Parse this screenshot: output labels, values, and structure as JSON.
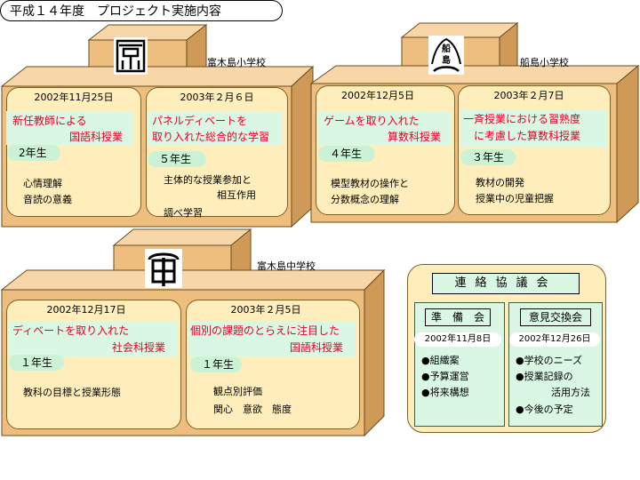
{
  "title": "平成１４年度　プロジェクト実施内容",
  "schools": {
    "tomikijima_sho": {
      "name": "富木島小学校",
      "emblem": "tomikijima-elementary-emblem",
      "left": {
        "date": "2002年11月25日",
        "theme1": "新任教師による",
        "theme2": "国語科授業",
        "grade": "2年生",
        "items": [
          "心情理解",
          "音読の意義"
        ]
      },
      "right": {
        "date": "2003年２月６日",
        "theme1": "パネルディベートを",
        "theme2": "取り入れた総合的な学習",
        "grade": "５年生",
        "items": [
          "主体的な授業参加と",
          "相互作用",
          "調べ学習"
        ]
      }
    },
    "funashima_sho": {
      "name": "船島小学校",
      "emblem": "funashima-elementary-emblem",
      "left": {
        "date": "2002年12月5日",
        "theme1": "ゲームを取り入れた",
        "theme2": "算数科授業",
        "grade": "４年生",
        "items": [
          "模型教材の操作と",
          "分数概念の理解"
        ]
      },
      "right": {
        "date": "2003年２月7日",
        "theme1": "一斉授業における習熟度",
        "theme2": "に考慮した算数科授業",
        "grade": "３年生",
        "items": [
          "教材の開発",
          "授業中の児童把握"
        ]
      }
    },
    "tomikijima_chu": {
      "name": "富木島中学校",
      "emblem": "tomikijima-junior-high-emblem",
      "left": {
        "date": "2002年12月17日",
        "theme1": "ディベートを取り入れた",
        "theme2": "社会科授業",
        "grade": "１年生",
        "items": [
          "教科の目標と授業形態"
        ]
      },
      "right": {
        "date": "2003年２月5日",
        "theme1": "個別の課題のとらえに注目した",
        "theme2": "国語科授業",
        "grade": "１年生",
        "items": [
          "観点別評価",
          "関心　意欲　態度"
        ]
      }
    }
  },
  "council": {
    "title": "連絡協議会",
    "prep": {
      "heading": "準　備　会",
      "date": "2002年11月8日",
      "items": [
        "●組織案",
        "●予算運営",
        "●将来構想"
      ]
    },
    "exchange": {
      "heading": "意見交換会",
      "date": "2002年12月26日",
      "items": [
        "●学校のニーズ",
        "●授業記録の",
        "活用方法",
        "●今後の予定"
      ]
    }
  },
  "colors": {
    "box_face": "#eebe7e",
    "box_side": "#cf9a58",
    "box_top": "#f7d7a7",
    "panel": "#ffeebb",
    "highlight": "#d9f7e3",
    "theme_text": "#e8002a"
  }
}
